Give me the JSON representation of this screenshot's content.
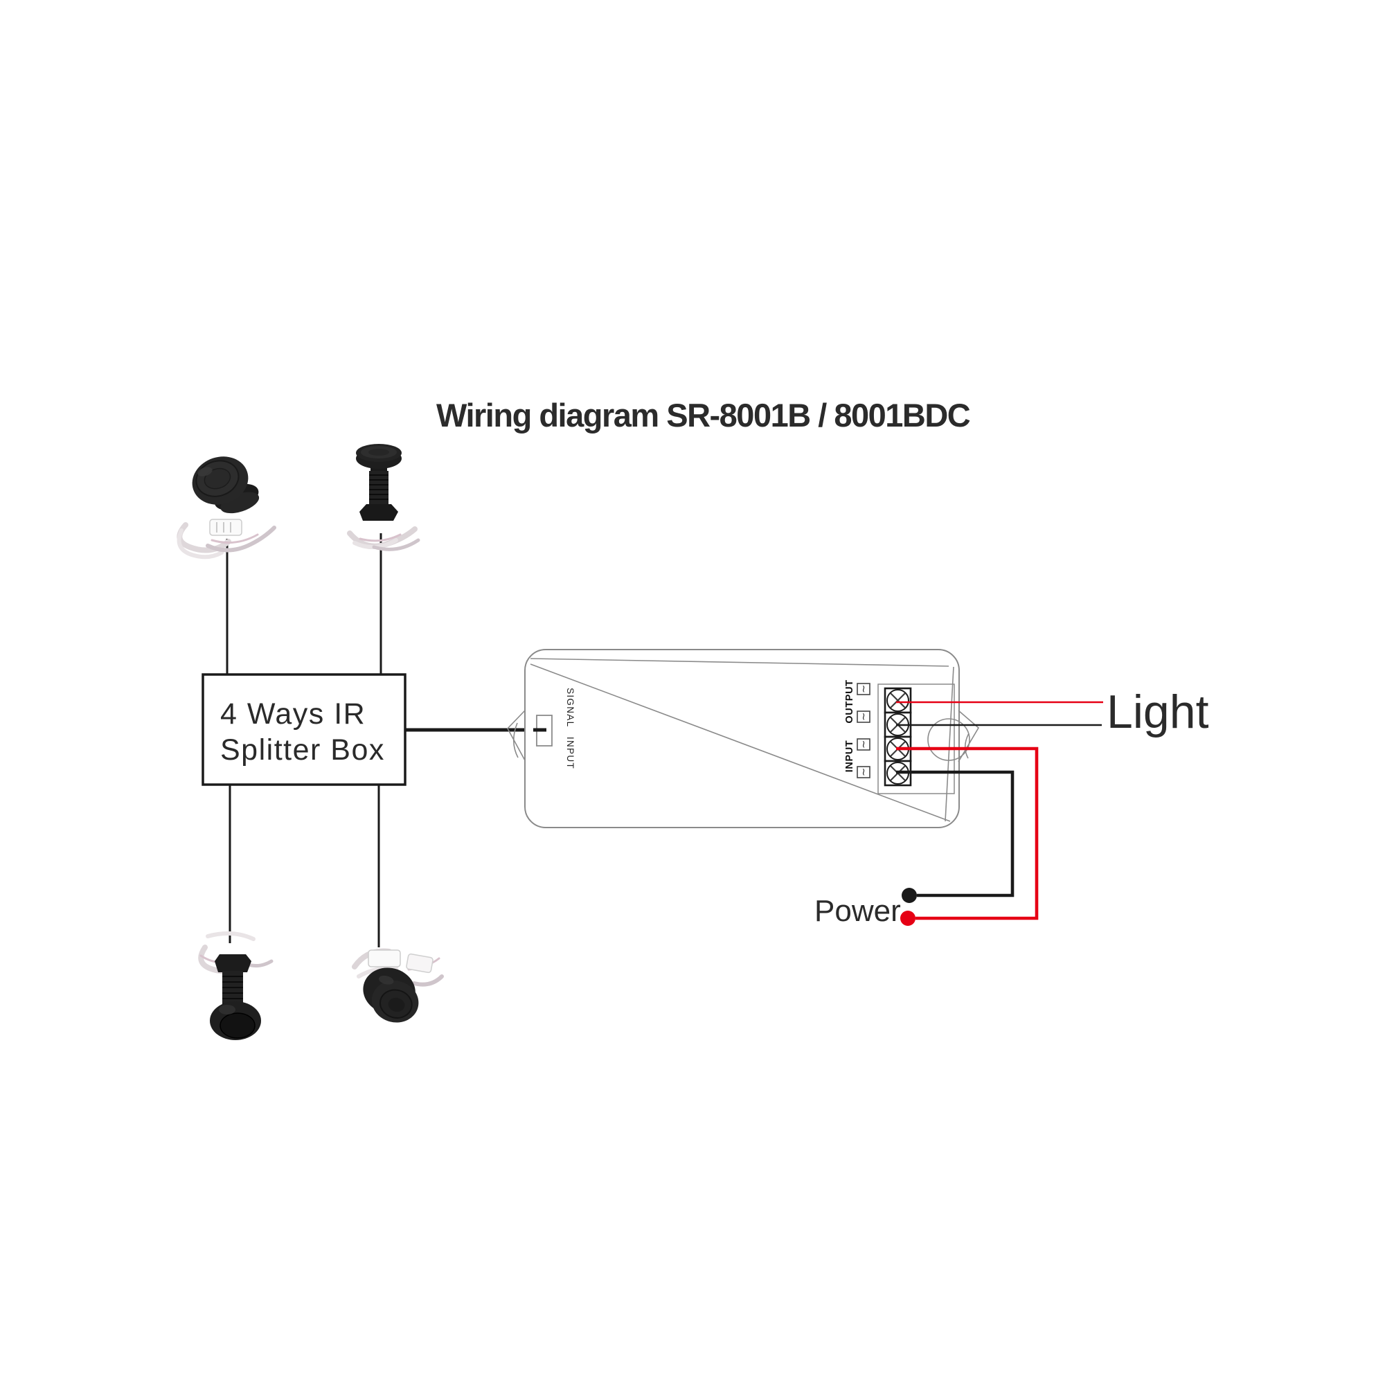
{
  "diagram": {
    "title": "Wiring diagram SR-8001B / 8001BDC"
  },
  "splitter_box": {
    "label_line1": "4 Ways IR",
    "label_line2": "Splitter Box"
  },
  "controller": {
    "signal_input_label": "SIGNAL INPUT",
    "output_label": "OUTPUT",
    "input_label": "INPUT",
    "terminal_wave_symbol": "≀",
    "output_terminal_count": 2,
    "input_terminal_count": 2
  },
  "connections": {
    "light_label": "Light",
    "power_label": "Power"
  },
  "sensors": {
    "count": 4,
    "icon": "ir-sensor-photo"
  },
  "colors": {
    "wire_red": "#e60014",
    "wire_black": "#1a1a1a",
    "device_outline_gray": "#8a8a8a",
    "text_color": "#2b2b2b"
  }
}
